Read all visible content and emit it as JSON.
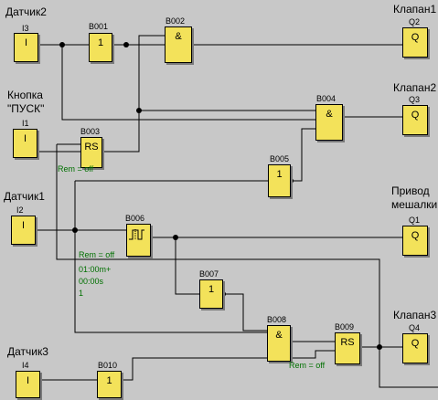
{
  "labels": {
    "datchik2": "Датчик2",
    "knopka_line1": "Кнопка",
    "knopka_line2": "\"ПУСК\"",
    "datchik1": "Датчик1",
    "datchik3": "Датчик3",
    "klapan1": "Клапан1",
    "klapan2": "Клапан2",
    "privod_line1": "Привод",
    "privod_line2": "мешалки",
    "klapan3": "Клапан3"
  },
  "blocks": {
    "i3": {
      "id": "I3",
      "symbol": "I"
    },
    "i1": {
      "id": "I1",
      "symbol": "I"
    },
    "i2": {
      "id": "I2",
      "symbol": "I"
    },
    "i4": {
      "id": "I4",
      "symbol": "I"
    },
    "b001": {
      "id": "B001",
      "symbol": "1"
    },
    "b002": {
      "id": "B002",
      "symbol": "&"
    },
    "b003": {
      "id": "B003",
      "symbol": "RS"
    },
    "b004": {
      "id": "B004",
      "symbol": "&"
    },
    "b005": {
      "id": "B005",
      "symbol": "1"
    },
    "b006": {
      "id": "B006",
      "symbol": ""
    },
    "b007": {
      "id": "B007",
      "symbol": "1"
    },
    "b008": {
      "id": "B008",
      "symbol": "&"
    },
    "b009": {
      "id": "B009",
      "symbol": "RS"
    },
    "b010": {
      "id": "B010",
      "symbol": "1"
    },
    "q2": {
      "id": "Q2",
      "symbol": "Q"
    },
    "q3": {
      "id": "Q3",
      "symbol": "Q"
    },
    "q1": {
      "id": "Q1",
      "symbol": "Q"
    },
    "q4": {
      "id": "Q4",
      "symbol": "Q"
    }
  },
  "params": {
    "b003_rem": "Rem = off",
    "b006_rem": "Rem = off",
    "b006_t1": "01:00m+",
    "b006_t2": "00:00s",
    "b006_t3": "1",
    "b009_rem": "Rem = off"
  }
}
